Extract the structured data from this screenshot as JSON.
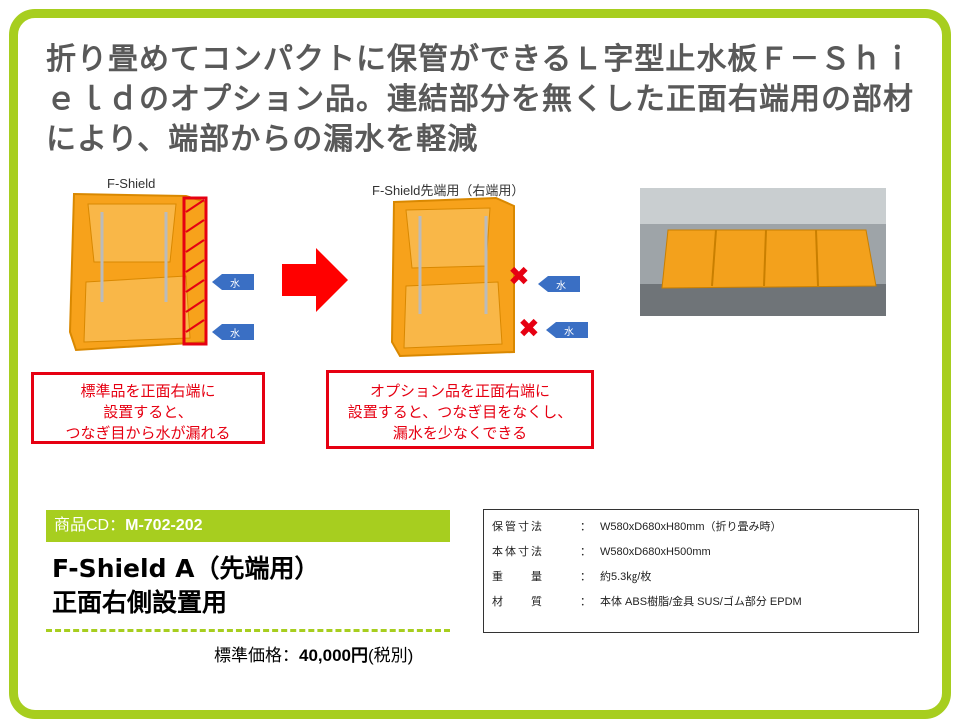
{
  "headline": "折り畳めてコンパクトに保管ができるＬ字型止水板Ｆ－Ｓｈｉｅｌｄのオプション品。連結部分を無くした正面右端用の部材により、端部からの漏水を軽減",
  "left_diagram": {
    "label": "F-Shield",
    "water_labels": [
      "水",
      "水"
    ],
    "caption_lines": [
      "標準品を正面右端に",
      "設置すると、",
      "つなぎ目から水が漏れる"
    ]
  },
  "right_diagram": {
    "label": "F-Shield先端用（右端用）",
    "water_labels": [
      "水",
      "水"
    ],
    "x_marks": [
      "✖",
      "✖"
    ],
    "caption_lines": [
      "オプション品を正面右端に",
      "設置すると、つなぎ目をなくし、",
      "漏水を少なくできる"
    ]
  },
  "product": {
    "code_label": "商品CD：",
    "code_value": "M-702-202",
    "title_line1": "F-Shield A（先端用）",
    "title_line2": "正面右側設置用",
    "price_label": "標準価格：",
    "price_value": "40,000円",
    "price_note": "(税別)"
  },
  "specs": [
    {
      "key": "保管寸法",
      "value": "W580xD680xH80mm（折り畳み時）"
    },
    {
      "key": "本体寸法",
      "value": "W580xD680xH500mm"
    },
    {
      "key": "重　　量",
      "value": "約5.3㎏/枚"
    },
    {
      "key": "材　　質",
      "value": "本体 ABS樹脂/金具 SUS/ゴム部分  EPDM"
    }
  ],
  "colors": {
    "accent": "#a7ce1f",
    "warning": "#e60012",
    "panel": "#f7a21b",
    "water_arrow": "#3a6fc4"
  }
}
